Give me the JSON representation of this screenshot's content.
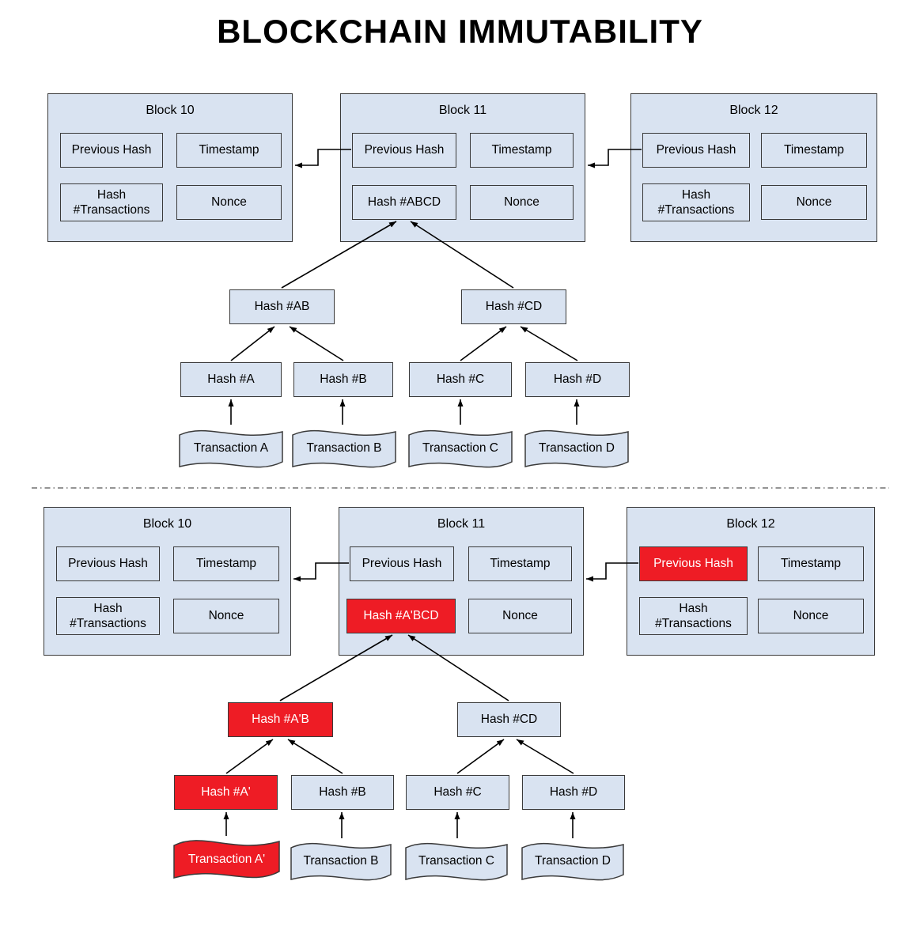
{
  "title": "BLOCKCHAIN IMMUTABILITY",
  "colors": {
    "block_fill": "#d9e3f1",
    "tampered_fill": "#ee1c25",
    "border": "#3a3a3a"
  },
  "top": {
    "blocks": [
      {
        "title": "Block 10",
        "prev": "Previous Hash",
        "timestamp": "Timestamp",
        "hash": "Hash #Transactions",
        "nonce": "Nonce"
      },
      {
        "title": "Block 11",
        "prev": "Previous Hash",
        "timestamp": "Timestamp",
        "hash": "Hash #ABCD",
        "nonce": "Nonce"
      },
      {
        "title": "Block 12",
        "prev": "Previous Hash",
        "timestamp": "Timestamp",
        "hash": "Hash #Transactions",
        "nonce": "Nonce"
      }
    ],
    "merkle": {
      "ab": "Hash #AB",
      "cd": "Hash #CD",
      "a": "Hash #A",
      "b": "Hash #B",
      "c": "Hash #C",
      "d": "Hash #D",
      "ta": "Transaction A",
      "tb": "Transaction B",
      "tc": "Transaction C",
      "td": "Transaction D"
    }
  },
  "bottom": {
    "blocks": [
      {
        "title": "Block 10",
        "prev": "Previous Hash",
        "timestamp": "Timestamp",
        "hash": "Hash #Transactions",
        "nonce": "Nonce"
      },
      {
        "title": "Block 11",
        "prev": "Previous Hash",
        "timestamp": "Timestamp",
        "hash": "Hash #A'BCD",
        "nonce": "Nonce"
      },
      {
        "title": "Block 12",
        "prev": "Previous Hash",
        "timestamp": "Timestamp",
        "hash": "Hash #Transactions",
        "nonce": "Nonce"
      }
    ],
    "merkle": {
      "ab": "Hash #A'B",
      "cd": "Hash #CD",
      "a": "Hash #A'",
      "b": "Hash #B",
      "c": "Hash #C",
      "d": "Hash #D",
      "ta": "Transaction A'",
      "tb": "Transaction B",
      "tc": "Transaction C",
      "td": "Transaction D"
    }
  }
}
